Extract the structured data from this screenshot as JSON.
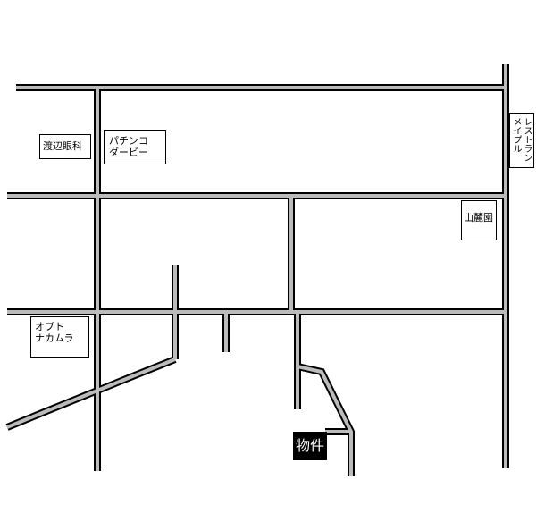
{
  "labels": {
    "watanabe_ganka": "渡辺眼科",
    "pachinko_line1": "パチンコ",
    "pachinko_line2": "ダービー",
    "sanroku_en": "山麓園",
    "opt_line1": "オプト",
    "opt_line2": "ナカムラ",
    "restaurant_line1": "レストラン",
    "restaurant_line2": "メイプル",
    "property": "物件"
  },
  "colors": {
    "road_fill": "#bbbbbb",
    "road_outline": "#000000",
    "property_background": "#000000",
    "property_text": "#ffffff"
  }
}
